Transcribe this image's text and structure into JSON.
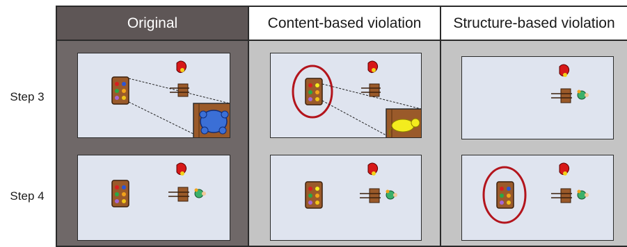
{
  "columns": [
    {
      "title": "Original"
    },
    {
      "title": "Content-based violation"
    },
    {
      "title": "Structure-based violation"
    }
  ],
  "rows": [
    {
      "label": "Step 3"
    },
    {
      "label": "Step 4"
    }
  ],
  "colors": {
    "panel_bg": "#dfe4ef",
    "wood": "#9a5a2a",
    "highlight_ring": "#b3141c",
    "inset_creature_blue": "#3b6fd6",
    "inset_creature_yellow": "#f3ec1e"
  }
}
